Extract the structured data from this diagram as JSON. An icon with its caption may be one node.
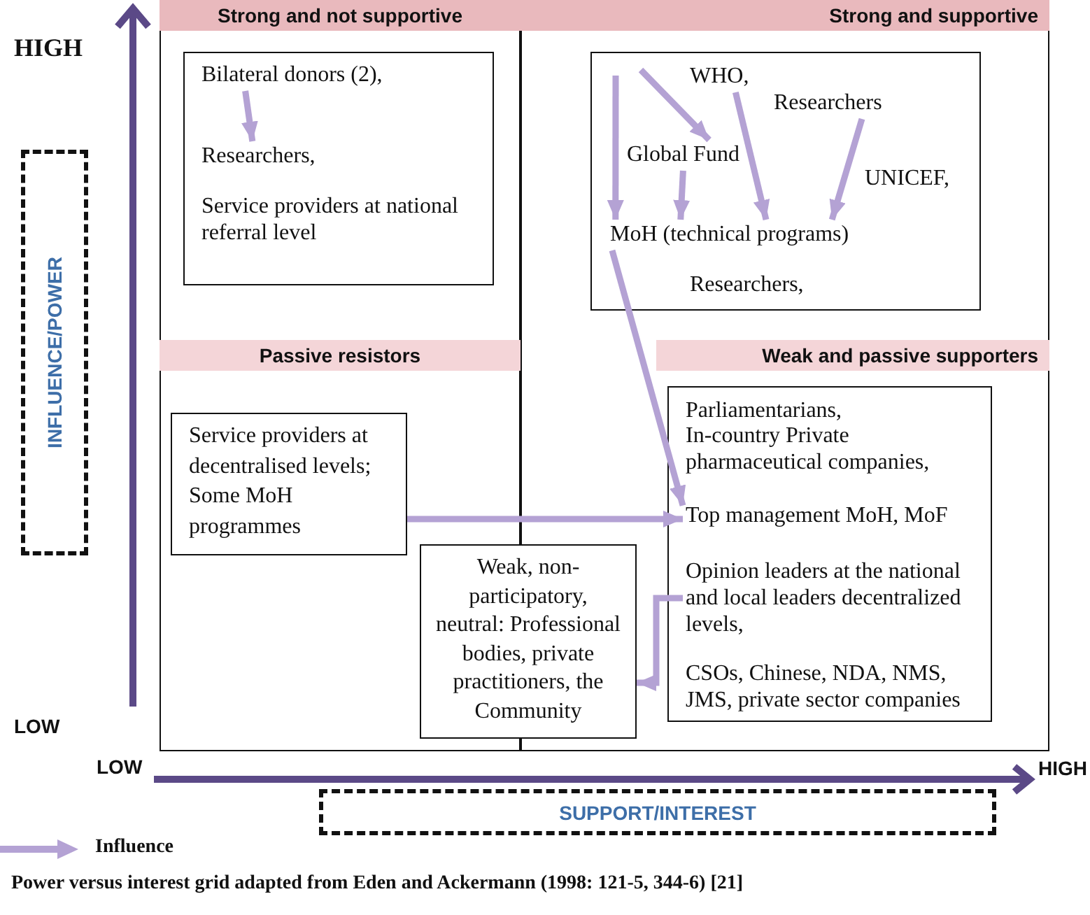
{
  "diagram": {
    "caption": "Power versus interest grid adapted from Eden and Ackermann (1998: 121-5, 344-6) [21]",
    "nodes": [
      {
        "text": [
          "Strong and not supportive"
        ]
      },
      {
        "text": [
          "Strong and supportive"
        ]
      },
      {
        "text": [
          "Service providers at national referral level"
        ]
      },
      {
        "text": [
          "Bilateral donors (2),"
        ],
        "in": 2
      },
      {
        "text": [
          "Researchers,"
        ],
        "in": 2
      },
      {
        "text": [
          "UNICEF,",
          "Researchers,"
        ]
      },
      {
        "text": [
          "WHO,"
        ],
        "in": 5
      },
      {
        "text": [
          "Researchers"
        ],
        "in": 5
      },
      {
        "text": [
          "Global Fund"
        ],
        "in": 5
      },
      {
        "text": [
          "MoH (technical programs)"
        ],
        "in": 5
      },
      {
        "text": [
          "INFLUENCE/POWER"
        ]
      },
      {
        "text": [
          "Passive resistors"
        ]
      },
      {
        "text": [
          "Weak and passive supporters"
        ]
      },
      {
        "text": [
          "Service providers at decentralised levels; Some MoH programmes"
        ]
      },
      {
        "text": [
          "Parliamentarians,",
          "In-country Private pharmaceutical companies,",
          "CSOs, Chinese, NDA, NMS, JMS, private sector companies"
        ]
      },
      {
        "text": [
          "Top management MoH, MoF"
        ],
        "in": 14
      },
      {
        "text": [
          "Opinion leaders at the national and local leaders decentralized levels,"
        ],
        "in": 14
      },
      {
        "text": [
          "Weak, non-participatory, neutral: Professional bodies, private practitioners, the Community"
        ]
      },
      {
        "text": [
          "SUPPORT/INTEREST"
        ]
      }
    ],
    "edges": [
      {
        "from": 3,
        "to": 4,
        "arrow": "to"
      },
      {
        "from": null,
        "to": 9,
        "arrow": "to"
      },
      {
        "from": null,
        "to": 8,
        "arrow": "to"
      },
      {
        "from": 6,
        "to": 9,
        "arrow": "to"
      },
      {
        "from": 7,
        "to": 9,
        "arrow": "to"
      },
      {
        "from": 8,
        "to": 9,
        "arrow": "to"
      },
      {
        "from": 9,
        "to": 15,
        "arrow": "to"
      },
      {
        "from": 13,
        "to": 15,
        "arrow": "to"
      },
      {
        "from": 16,
        "to": 17,
        "arrow": "to"
      }
    ],
    "labels": [
      "HIGH",
      "LOW",
      "LOW",
      "HIGH"
    ],
    "legend": [
      {
        "text": "Influence"
      }
    ]
  }
}
